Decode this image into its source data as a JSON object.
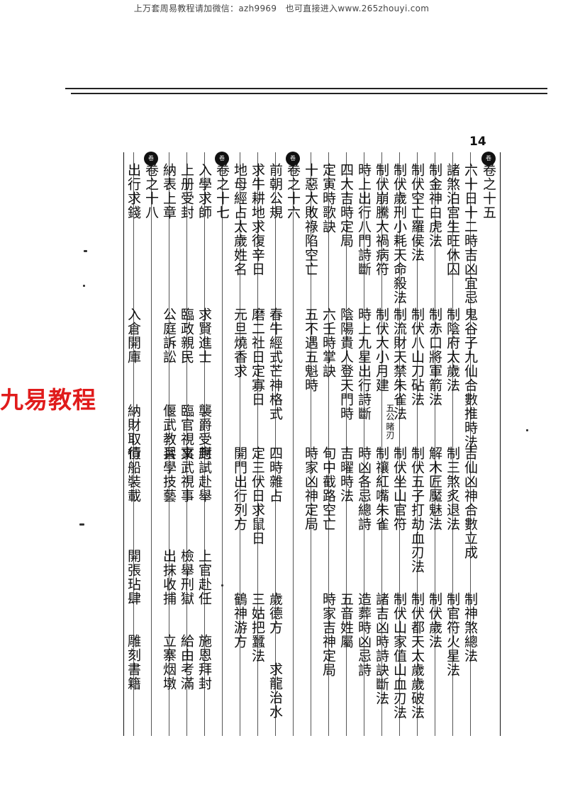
{
  "header_note": "上万套周易教程请加微信：azh9969　也可直接进入www.265zhouyi.com",
  "page_number": "14",
  "watermark": "九易教程",
  "volume_marker_glyph": "卷",
  "columns": [
    {
      "id": "c1",
      "cells": [
        "卷之十五"
      ]
    },
    {
      "id": "c2",
      "cells": [
        "六十日十二時吉凶宜忌",
        "鬼谷子九仙合數推時法",
        "吉仙凶神合數立成",
        "制神煞總法"
      ]
    },
    {
      "id": "c3",
      "cells": [
        "諸煞泊宫生旺休囚",
        "制陰府太歲法",
        "制三煞炙退法",
        "制官符火星法"
      ]
    },
    {
      "id": "c4",
      "cells": [
        "制金神白虎法",
        "制赤口將軍箭法",
        "解木匠魘魅法",
        "制伏歲法"
      ]
    },
    {
      "id": "c5",
      "cells": [
        "制伏空亡羅侯法",
        "制伏八山刀砧法",
        "制伏五子打劫血刃法",
        "制伏都天太歲歲破法"
      ]
    },
    {
      "id": "c6",
      "cells": [
        "制伏歲刑小耗天命殺法",
        "制流財天禁朱雀法",
        "制伏坐山官符",
        "制伏山家值山血刃法"
      ]
    },
    {
      "id": "c7",
      "cells": [
        "制伏崩騰大禍病符",
        "制伏大小月建",
        "制禳紅嘴朱雀",
        "諸吉凶時詩訣斷法"
      ],
      "small_notes": [
        "五公",
        "睹刃"
      ]
    },
    {
      "id": "c8",
      "cells": [
        "時上出行八門詩斷",
        "時上九星出行詩斷",
        "時凶各忌總詩",
        "造葬時凶忌詩"
      ]
    },
    {
      "id": "c9",
      "cells": [
        "四大吉時定局",
        "陰陽貴人登天門時",
        "吉曜時法",
        "五音姓屬"
      ]
    },
    {
      "id": "c10",
      "cells": [
        "定寅時歌訣",
        "六壬時掌訣",
        "旬中截路空亡",
        "時家吉神定局"
      ]
    },
    {
      "id": "c11",
      "cells": [
        "十惡大敗祿陷空亡",
        "五不遇五魁時",
        "時家凶神定局"
      ]
    },
    {
      "id": "c12",
      "cells": [
        "卷之十六"
      ]
    },
    {
      "id": "c13",
      "cells": [
        "前朝公規",
        "春牛經式芒神格式",
        "四時雜占",
        "歲德方",
        "求龍治水"
      ]
    },
    {
      "id": "c14",
      "cells": [
        "求牛耕地求復辛日",
        "磨二社日定寡日",
        "定三伏日求鼠日",
        "三姑把蠶法"
      ]
    },
    {
      "id": "c15",
      "cells": [
        "地母經占太歲姓名",
        "元旦燒香求",
        "開門出行列方",
        "鶴神游方"
      ]
    },
    {
      "id": "c16",
      "cells": [
        "卷之十七"
      ]
    },
    {
      "id": "c17",
      "cells": [
        "入學求師",
        "求賢進士",
        "襲爵受封",
        "應試赴舉",
        "上官赴任",
        "施恩拜封"
      ]
    },
    {
      "id": "c18",
      "cells": [
        "上册受封",
        "臨政親民",
        "臨官視事",
        "文武視事",
        "檢舉刑獄",
        "給由考滿"
      ]
    },
    {
      "id": "c19",
      "cells": [
        "納表上章",
        "公庭訴訟",
        "偃武教兵",
        "習學技藝",
        "出抹收捕",
        "立寨烟墩"
      ]
    },
    {
      "id": "c20",
      "cells": [
        "卷之十八"
      ]
    },
    {
      "id": "c21",
      "cells": [
        "出行求錢",
        "入倉開庫",
        "納財取債",
        "行船裝載",
        "開張玷肆",
        "雕刻書籍"
      ]
    }
  ]
}
